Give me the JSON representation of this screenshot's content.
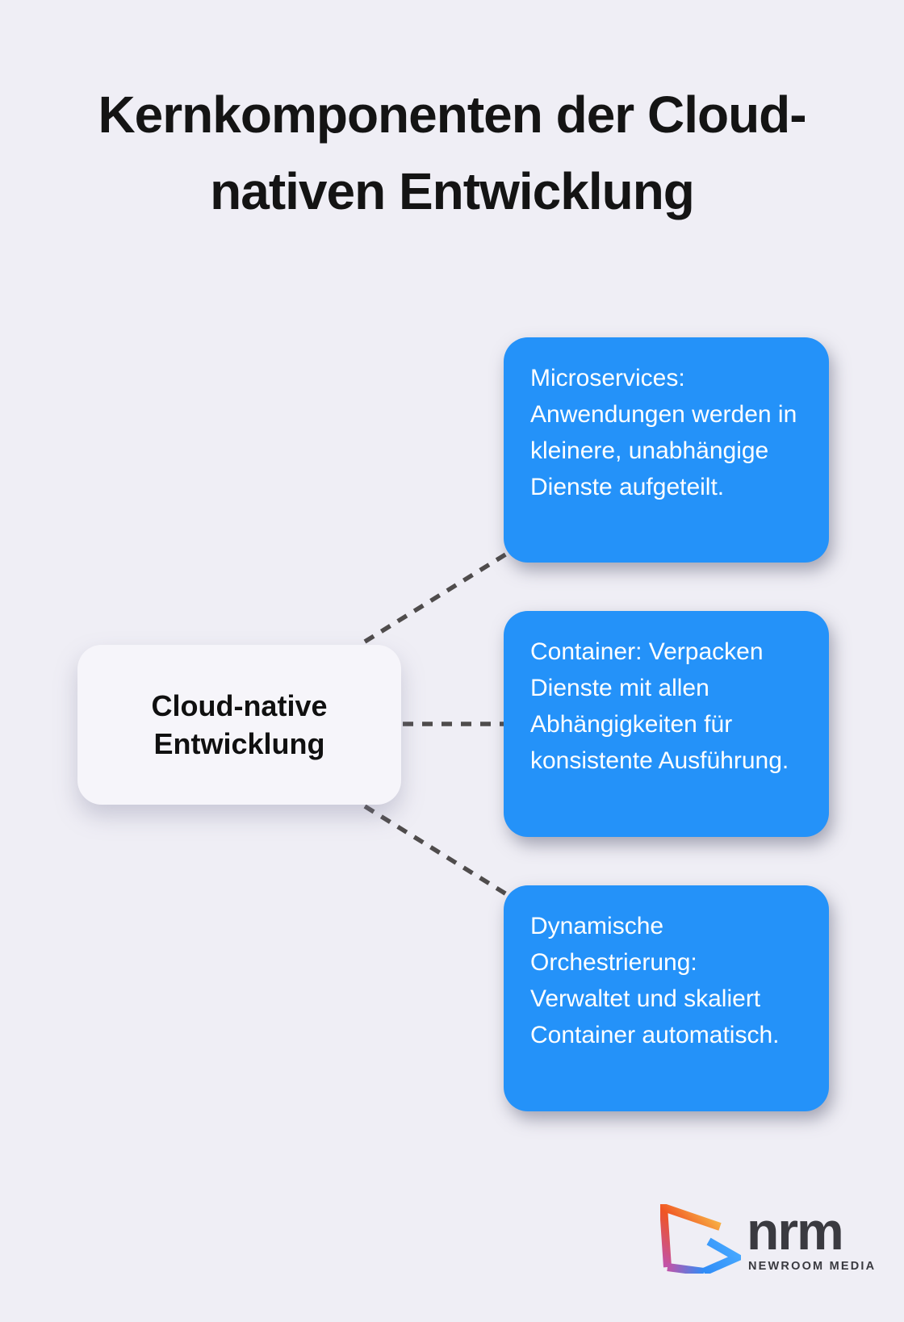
{
  "title": {
    "line1": "Kernkomponenten der Cloud-",
    "line2": "nativen Entwicklung"
  },
  "mindmap": {
    "root": {
      "label": "Cloud-native Entwicklung"
    },
    "branches": [
      {
        "text": "Microservices: Anwendungen werden in kleinere, unabhängige Dienste aufgeteilt."
      },
      {
        "text": "Container: Verpacken Dienste mit allen Abhängigkeiten für konsistente Ausführung."
      },
      {
        "text": "Dynamische Orchestrierung: Verwaltet und skaliert Container automatisch."
      }
    ]
  },
  "footer": {
    "brand": "nrm",
    "tagline": "NEWROOM MEDIA"
  },
  "colors": {
    "background": "#efeef5",
    "title": "#141414",
    "node_blue": "#2492f9",
    "node_text": "#ffffff",
    "center_bg": "#f6f5fa",
    "connector": "#4f4c4c",
    "brand_text": "#3a3a40",
    "logo_orange": "#f05423",
    "logo_yellow": "#f9c84e",
    "logo_magenta": "#c253a8",
    "logo_blue": "#2f8cf7",
    "logo_blue_light": "#47a9ff"
  }
}
